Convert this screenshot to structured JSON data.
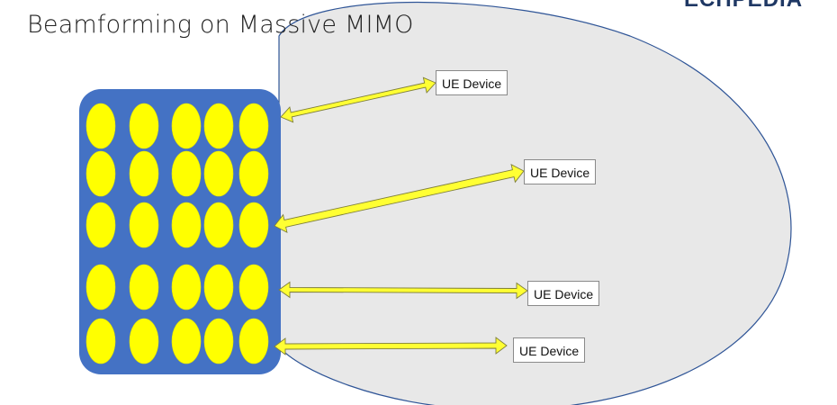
{
  "slide": {
    "title": "Beamforming on Massive MIMO",
    "logo_text": "ECHPEDIA"
  },
  "antenna_array": {
    "rows": 5,
    "columns": 5,
    "panel_color": "#4472c4",
    "element_color": "#ffff00"
  },
  "coverage_area": {
    "fill_color": "#e8e8e8",
    "border_color": "#2f5597"
  },
  "beam_color": "#ffff33",
  "ue_devices": [
    {
      "label": "UE Device"
    },
    {
      "label": "UE Device"
    },
    {
      "label": "UE Device"
    },
    {
      "label": "UE Device"
    }
  ]
}
